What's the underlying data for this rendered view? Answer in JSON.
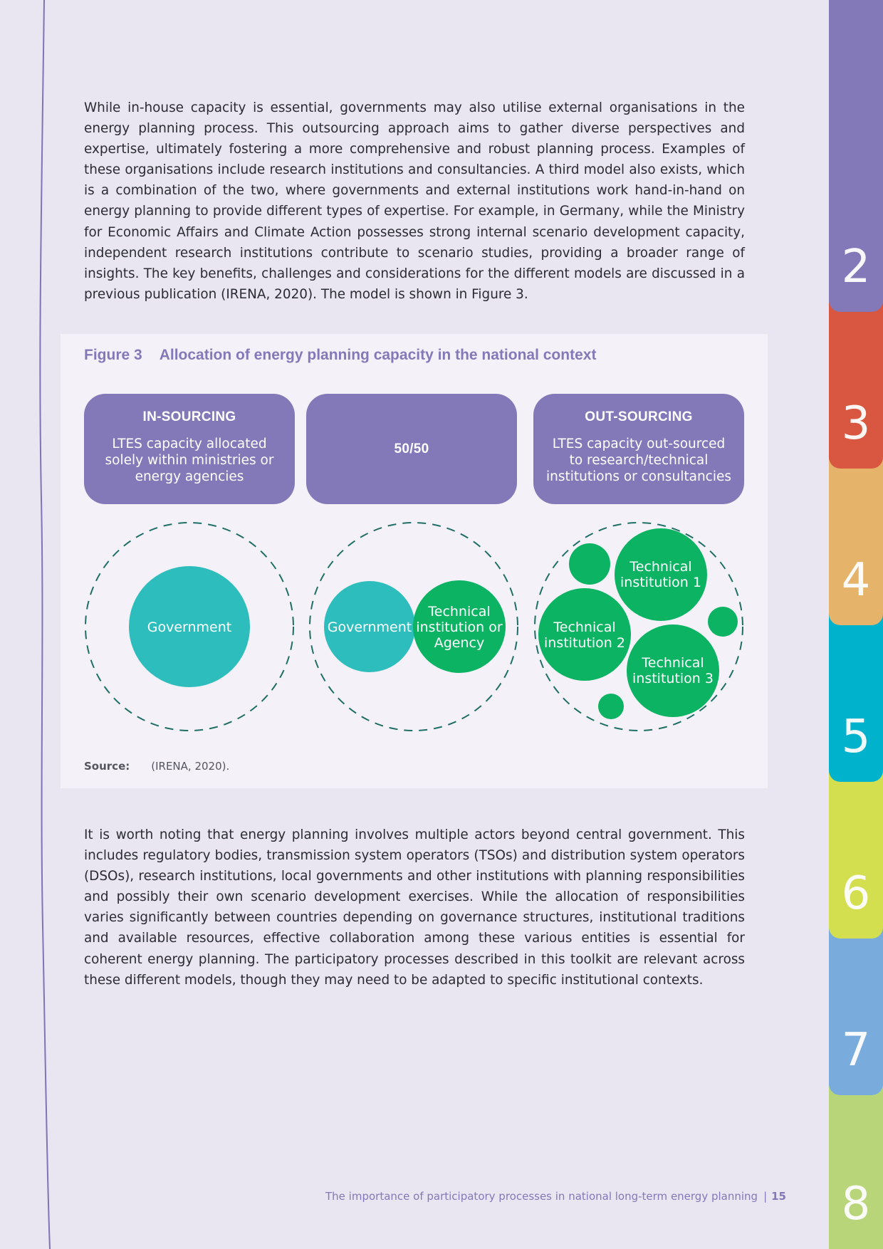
{
  "body": {
    "paragraph_1": "While in-house capacity is essential, governments may also utilise external organisations in the energy planning process. This outsourcing approach aims to gather diverse perspectives and expertise, ultimately fostering a more comprehensive and robust planning process. Examples of these organisations include research institutions and consultancies. A third model also exists, which is a combination of the two, where governments and external institutions work hand-in-hand on energy planning to provide different types of expertise. For example, in Germany, while the Ministry for Economic Affairs and Climate Action possesses strong internal scenario development capacity, independent research institutions contribute to scenario studies, providing a broader range of insights. The key benefits, challenges and considerations for the different models are discussed in a previous publication (IRENA, 2020). The model is shown in Figure 3.",
    "paragraph_2": "It is worth noting that energy planning involves multiple actors beyond central government. This includes regulatory bodies, transmission system operators (TSOs) and distribution system operators (DSOs), research institutions, local governments and other institutions with planning responsibilities and possibly their own scenario development exercises. While the allocation of responsibilities varies significantly between countries depending on governance structures, institutional traditions and available resources, effective collaboration among these various entities is essential for coherent energy planning. The participatory processes described in this toolkit are relevant across these different models, though they may need to be adapted to specific institutional contexts."
  },
  "figure": {
    "number": "Figure 3",
    "title": "Allocation of energy planning capacity in the national context",
    "panels": [
      {
        "heading": "IN-SOURCING",
        "description": "LTES capacity allocated solely within ministries or energy agencies"
      },
      {
        "heading": "50/50",
        "description": ""
      },
      {
        "heading": "OUT-SOURCING",
        "description": "LTES capacity out-sourced to research/technical institutions or consultancies"
      }
    ],
    "diagrams": {
      "insourcing": {
        "government": "Government"
      },
      "fifty": {
        "government": "Government",
        "technical": [
          "Technical",
          "institution or",
          "Agency"
        ]
      },
      "outsourcing": {
        "inst1": [
          "Technical",
          "institution 1"
        ],
        "inst2": [
          "Technical",
          "institution 2"
        ],
        "inst3": [
          "Technical",
          "institution 3"
        ]
      }
    },
    "source_label": "Source:",
    "source_text": "(IRENA, 2020)."
  },
  "colors": {
    "accent_purple": "#8479b8",
    "government_teal": "#2dbdbd",
    "institution_green": "#0bb362",
    "dashed_circle": "#1f6f66"
  },
  "tabs": [
    {
      "label": "2",
      "color": "#8479b8"
    },
    {
      "label": "3",
      "color": "#d95740"
    },
    {
      "label": "4",
      "color": "#e6b36b"
    },
    {
      "label": "5",
      "color": "#00b2cc"
    },
    {
      "label": "6",
      "color": "#d3df4e"
    },
    {
      "label": "7",
      "color": "#79acdc"
    },
    {
      "label": "8",
      "color": "#b8d57a"
    }
  ],
  "footer": {
    "text": "The importance of participatory processes in national long-term energy planning",
    "separator": "|",
    "page_number": "15"
  }
}
